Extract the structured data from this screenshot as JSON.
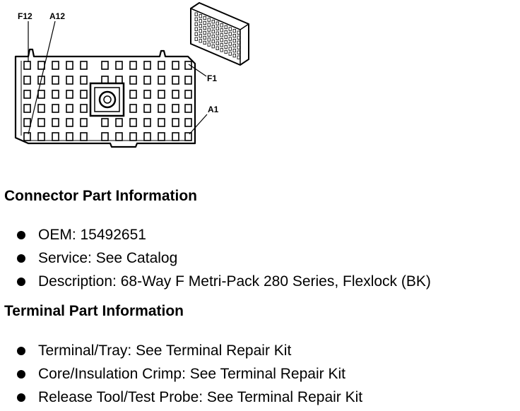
{
  "diagram": {
    "labels": {
      "f12": "F12",
      "a12": "A12",
      "f1": "F1",
      "a1": "A1"
    }
  },
  "connector_info": {
    "heading": "Connector Part Information",
    "items": [
      "OEM: 15492651",
      "Service: See Catalog",
      "Description: 68-Way F Metri-Pack 280 Series, Flexlock (BK)"
    ]
  },
  "terminal_info": {
    "heading": "Terminal Part Information",
    "items": [
      "Terminal/Tray: See Terminal Repair Kit",
      "Core/Insulation Crimp: See Terminal Repair Kit",
      "Release Tool/Test Probe: See Terminal Repair Kit"
    ]
  }
}
